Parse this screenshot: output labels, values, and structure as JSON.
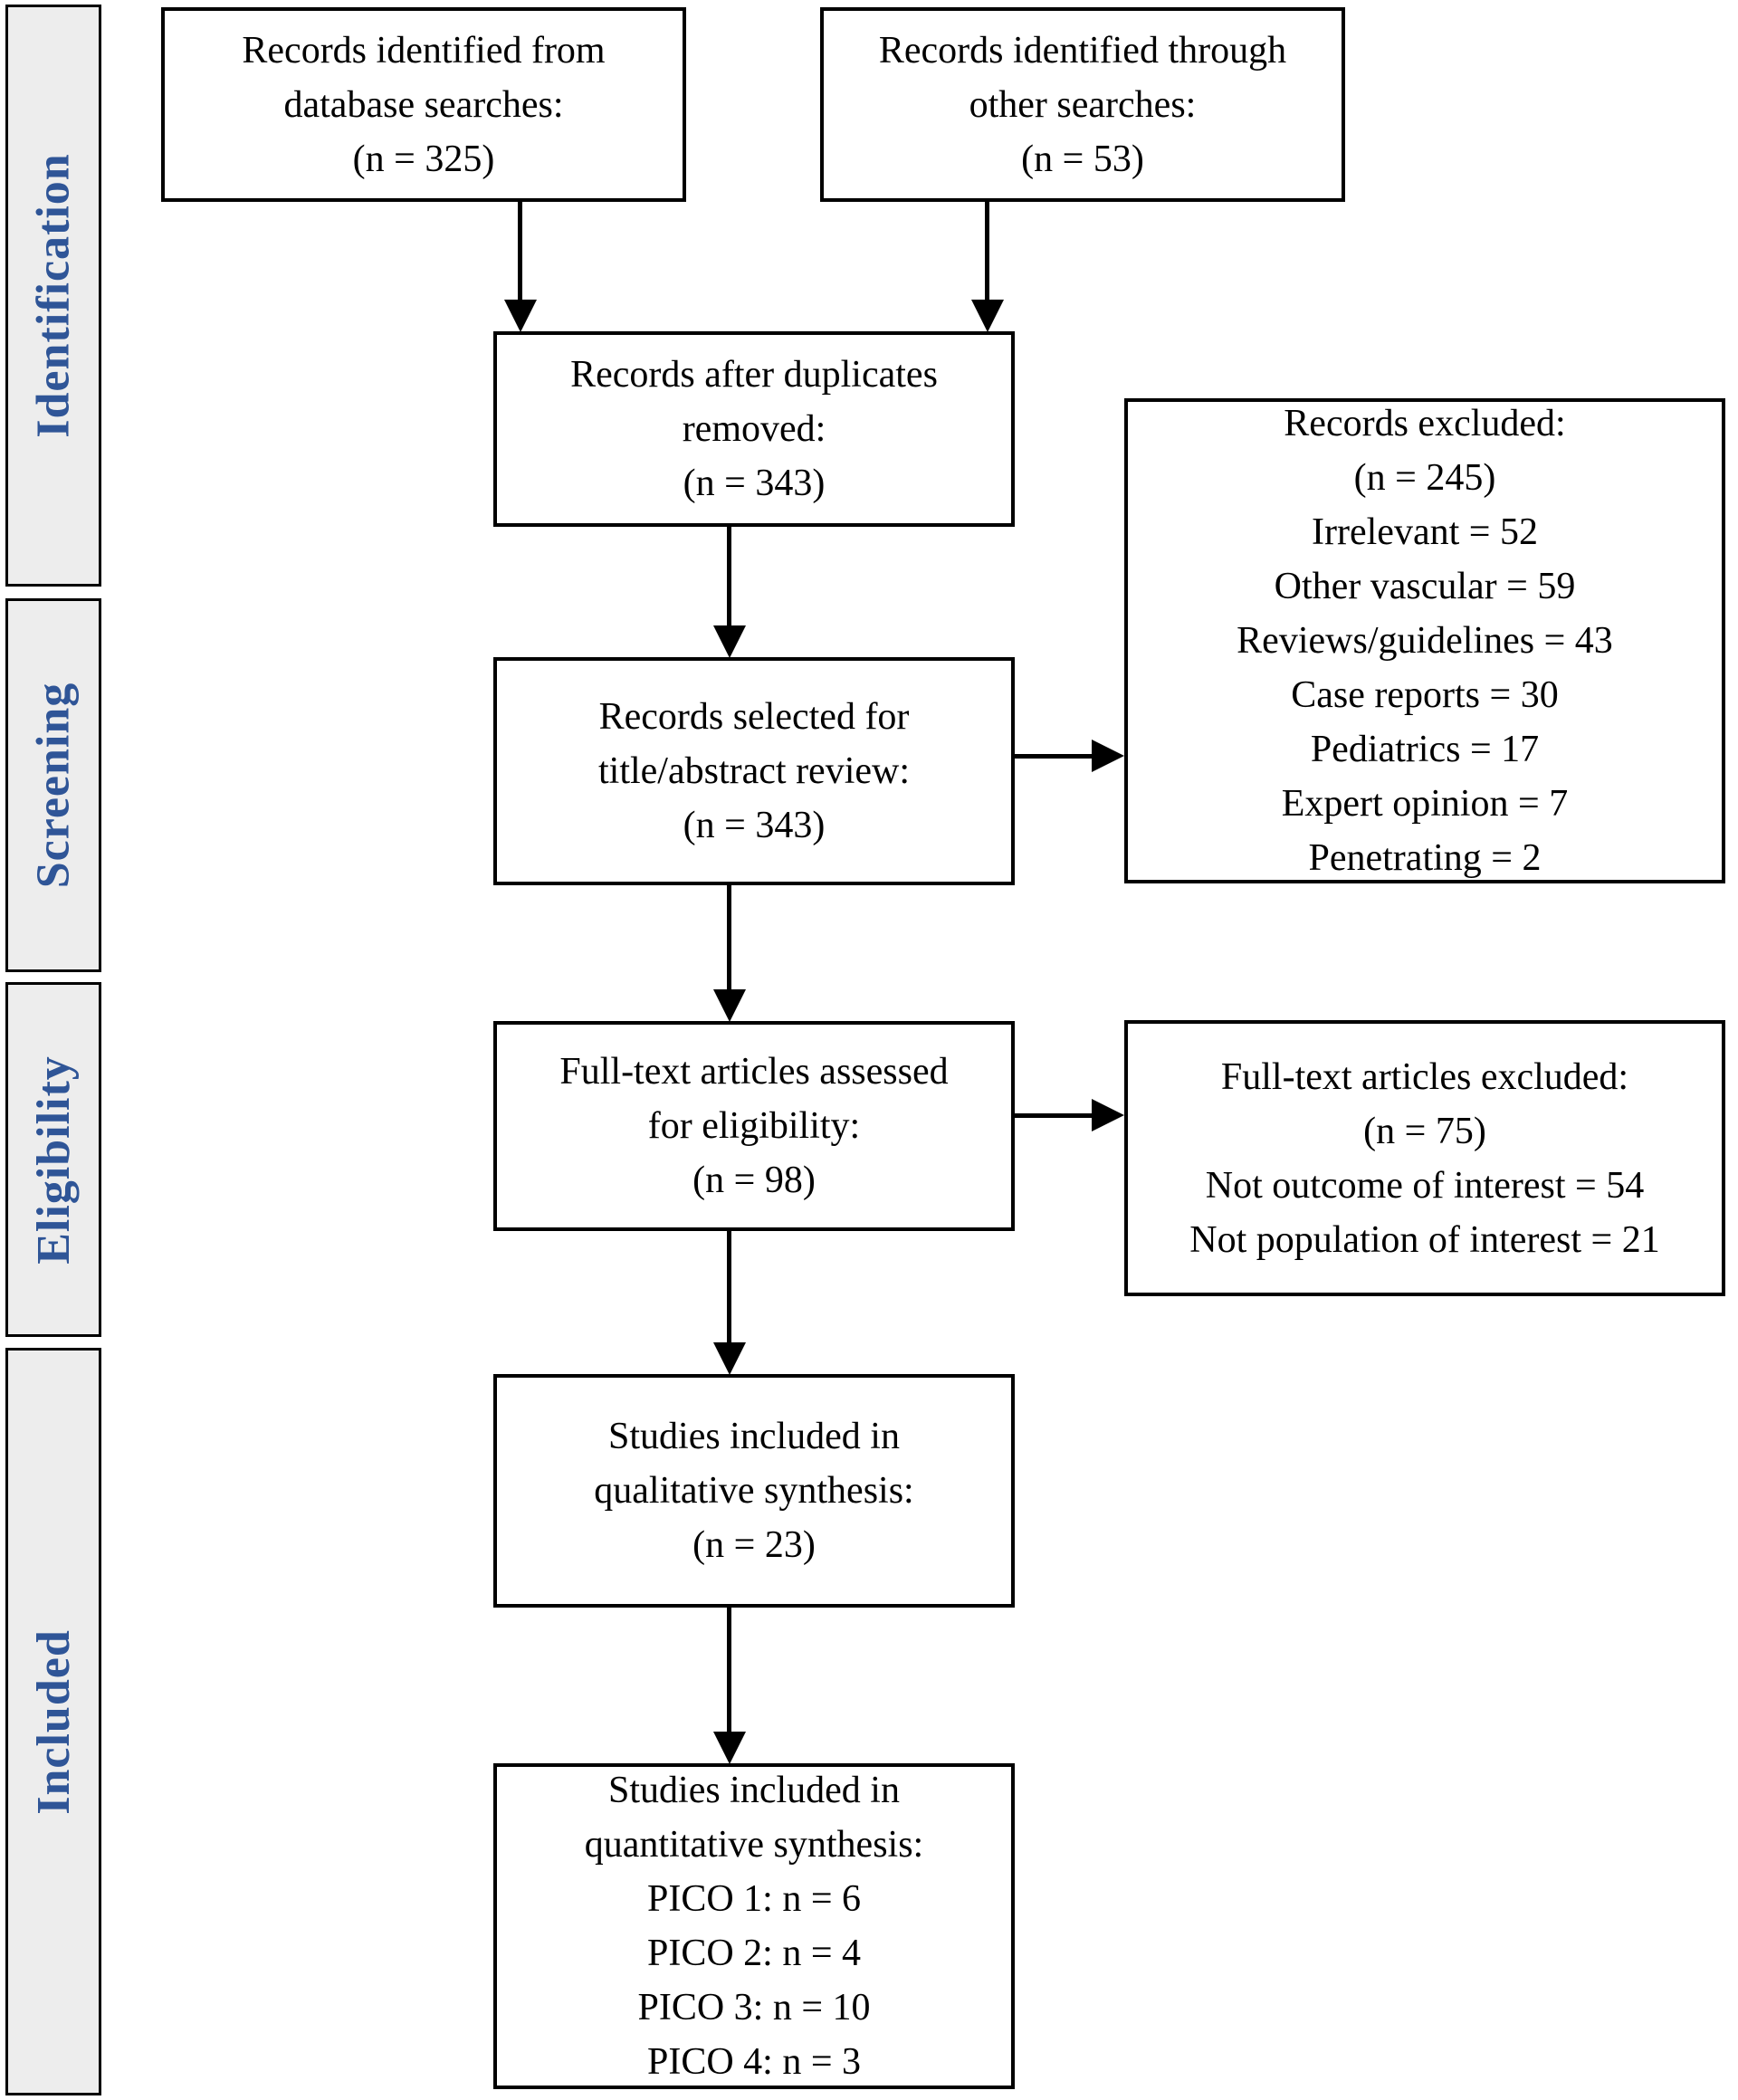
{
  "sidebar": {
    "stages": [
      {
        "label": "Identification"
      },
      {
        "label": "Screening"
      },
      {
        "label": "Eligibility"
      },
      {
        "label": "Included"
      }
    ]
  },
  "boxes": {
    "db_search": {
      "lines": [
        "Records identified from",
        "database searches:",
        "(n = 325)"
      ]
    },
    "other_search": {
      "lines": [
        "Records identified through",
        "other searches:",
        "(n = 53)"
      ]
    },
    "duplicates_removed": {
      "lines": [
        "Records after duplicates",
        "removed:",
        "(n = 343)"
      ]
    },
    "records_excluded": {
      "lines": [
        "Records excluded:",
        "(n = 245)",
        "Irrelevant = 52",
        "Other vascular = 59",
        "Reviews/guidelines = 43",
        "Case reports = 30",
        "Pediatrics = 17",
        "Expert opinion = 7",
        "Penetrating = 2"
      ]
    },
    "title_abstract": {
      "lines": [
        "Records selected for",
        "title/abstract review:",
        "(n = 343)"
      ]
    },
    "fulltext_assessed": {
      "lines": [
        "Full-text articles assessed",
        "for eligibility:",
        "(n = 98)"
      ]
    },
    "fulltext_excluded": {
      "lines": [
        "Full-text articles excluded:",
        "(n = 75)",
        "Not outcome of interest = 54",
        "Not population of interest = 21"
      ]
    },
    "qualitative": {
      "lines": [
        "Studies included in",
        "qualitative synthesis:",
        "(n = 23)"
      ]
    },
    "quantitative": {
      "lines": [
        "Studies included in",
        "quantitative synthesis:",
        "PICO 1: n = 6",
        "PICO 2: n = 4",
        "PICO 3: n = 10",
        "PICO 4: n = 3"
      ]
    }
  },
  "counts": {
    "database_searches": 325,
    "other_searches": 53,
    "after_duplicates_removed": 343,
    "records_excluded_total": 245,
    "records_excluded_reasons": {
      "Irrelevant": 52,
      "Other vascular": 59,
      "Reviews/guidelines": 43,
      "Case reports": 30,
      "Pediatrics": 17,
      "Expert opinion": 7,
      "Penetrating": 2
    },
    "title_abstract_review": 343,
    "fulltext_assessed": 98,
    "fulltext_excluded_total": 75,
    "fulltext_excluded_reasons": {
      "Not outcome of interest": 54,
      "Not population of interest": 21
    },
    "qualitative_synthesis": 23,
    "quantitative_synthesis": {
      "PICO 1": 6,
      "PICO 2": 4,
      "PICO 3": 10,
      "PICO 4": 3
    }
  },
  "colors": {
    "stage_label": "#2F5597",
    "stage_background": "#ededed",
    "box_border": "#000000",
    "box_background": "#ffffff",
    "text": "#000000"
  }
}
